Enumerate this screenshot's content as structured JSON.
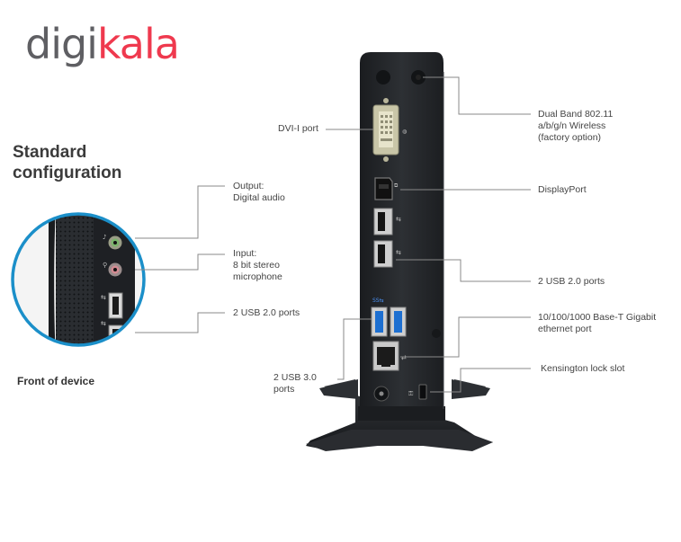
{
  "brand": {
    "logo_part1": "digi",
    "logo_part2": "kala"
  },
  "section": {
    "heading_line1": "Standard",
    "heading_line2": "configuration",
    "front_caption": "Front of device"
  },
  "front_labels": {
    "output_line1": "Output:",
    "output_line2": "Digital audio",
    "input_line1": "Input:",
    "input_line2": "8 bit stereo",
    "input_line3": "microphone",
    "usb2": "2 USB 2.0 ports"
  },
  "rear_labels": {
    "dvi": "DVI-I port",
    "wireless_line1": "Dual Band 802.11",
    "wireless_line2": "a/b/g/n Wireless",
    "wireless_line3": "(factory option)",
    "displayport": "DisplayPort",
    "usb2": "2 USB 2.0 ports",
    "ethernet_line1": "10/100/1000 Base-T Gigabit",
    "ethernet_line2": "ethernet port",
    "kensington": "Kensington lock slot",
    "usb3_line1": "2 USB 3.0",
    "usb3_line2": "ports"
  },
  "colors": {
    "brand_gray": "#5f5f63",
    "brand_red": "#ef394e",
    "callout_circle": "#1b8fc9",
    "device_body": "#26292d",
    "usb3_blue": "#1d6fd1",
    "leader_line": "#8a8a8a"
  }
}
